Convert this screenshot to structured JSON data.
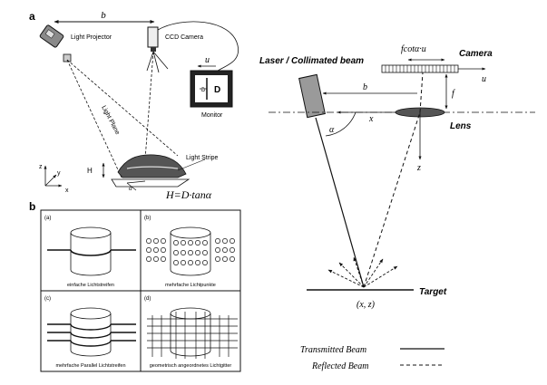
{
  "panel_a": {
    "letter": "a",
    "b_label": "b",
    "light_projector": "Light Projector",
    "ccd_camera": "CCD Camera",
    "u_label": "u",
    "d_label": "D",
    "monitor_letter": "D",
    "monitor": "Monitor",
    "light_plane": "Light Plane",
    "light_stripe": "Light Stripe",
    "h_label": "H",
    "alpha_label": "α",
    "axis_z": "z",
    "axis_y": "y",
    "axis_x": "x",
    "formula": "H=D·tanα"
  },
  "panel_b": {
    "letter": "b",
    "cells": [
      {
        "tag": "(a)",
        "caption": "einfache Lichtstreifen"
      },
      {
        "tag": "(b)",
        "caption": "mehrfache Lichtpunkte"
      },
      {
        "tag": "(c)",
        "caption": "mehrfache Parallel Lichtstreifen"
      },
      {
        "tag": "(d)",
        "caption": "geometrisch angeordnetes Lichtgitter"
      }
    ]
  },
  "panel_right": {
    "laser": "Laser / Collimated beam",
    "fcot": "fcotα·u",
    "camera": "Camera",
    "u_label": "u",
    "b_label": "b",
    "f_label": "f",
    "alpha_label": "α",
    "x_label": "x",
    "lens": "Lens",
    "z_label": "z",
    "target": "Target",
    "point": "(x, z)"
  },
  "legend": {
    "transmitted": "Transmitted Beam",
    "reflected": "Reflected Beam"
  },
  "colors": {
    "ink": "#111111",
    "lens_fill": "#555555",
    "projector_body": "#8a8a8a",
    "laser_body": "#9a9a9a"
  }
}
